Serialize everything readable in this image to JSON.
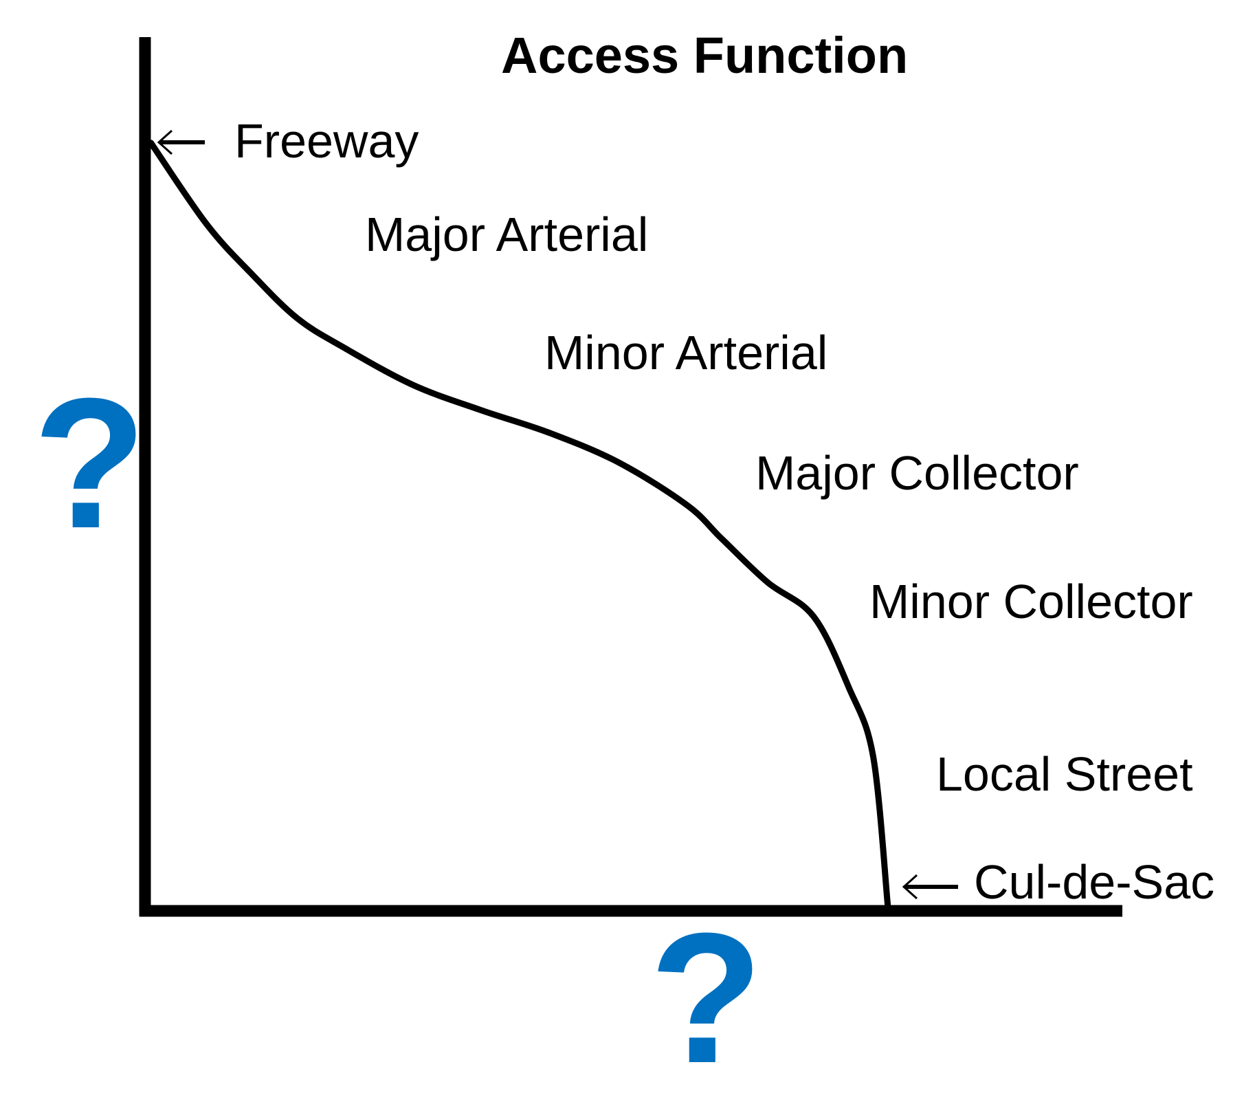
{
  "chart_data": {
    "type": "line",
    "title": "Access Function",
    "xlabel": "?",
    "ylabel": "?",
    "xlim": [
      0,
      1
    ],
    "ylim": [
      0,
      1
    ],
    "grid": false,
    "ticks": "none",
    "series": [
      {
        "name": "functional-classification-curve",
        "x": [
          0.006,
          0.063,
          0.11,
          0.156,
          0.203,
          0.274,
          0.344,
          0.414,
          0.485,
          0.555,
          0.59,
          0.637,
          0.684,
          0.72,
          0.745,
          0.76
        ],
        "y": [
          0.879,
          0.786,
          0.728,
          0.678,
          0.645,
          0.602,
          0.573,
          0.547,
          0.513,
          0.464,
          0.426,
          0.376,
          0.337,
          0.256,
          0.177,
          0.006
        ]
      }
    ],
    "annotations": [
      {
        "text": "Freeway",
        "arrow": true,
        "points_to": "curve-start"
      },
      {
        "text": "Major Arterial",
        "arrow": false
      },
      {
        "text": "Minor Arterial",
        "arrow": false
      },
      {
        "text": "Major Collector",
        "arrow": false
      },
      {
        "text": "Minor Collector",
        "arrow": false
      },
      {
        "text": "Local Street",
        "arrow": false
      },
      {
        "text": "Cul-de-Sac",
        "arrow": true,
        "points_to": "curve-end"
      }
    ]
  },
  "colors": {
    "axis": "#000000",
    "curve": "#000000",
    "question_mark": "#0070C0",
    "background": "#FFFFFF"
  },
  "labels": {
    "title": "Access Function",
    "freeway": "Freeway",
    "major_arterial": "Major Arterial",
    "minor_arterial": "Minor Arterial",
    "major_collector": "Major Collector",
    "minor_collector": "Minor Collector",
    "local_street": "Local Street",
    "cul_de_sac": "Cul-de-Sac",
    "y_axis_unknown": "?",
    "x_axis_unknown": "?"
  }
}
